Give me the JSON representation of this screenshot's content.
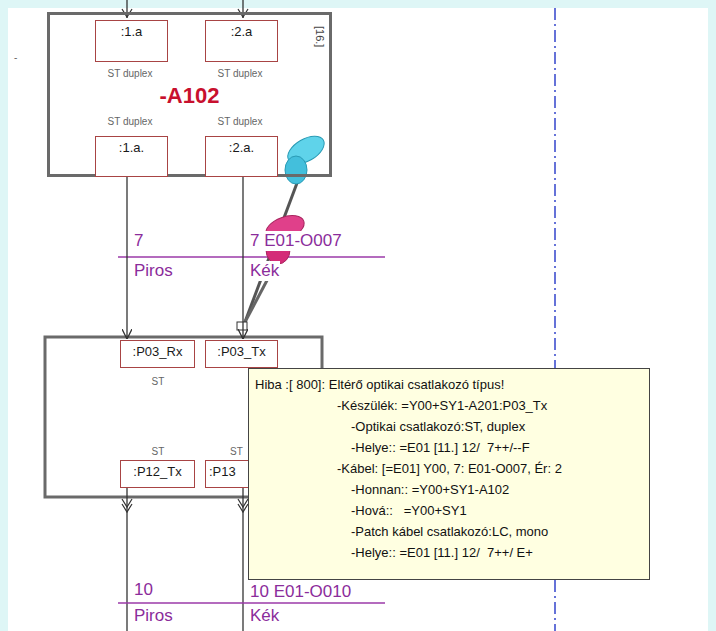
{
  "diagram": {
    "nodes": [
      {
        "text": [
          "-A102"
        ]
      },
      {
        "text": [
          ":1.a"
        ],
        "in": 0
      },
      {
        "text": [
          ":2.a"
        ],
        "in": 0
      },
      {
        "text": [
          ":1.a."
        ],
        "in": 0
      },
      {
        "text": [
          ":2.a."
        ],
        "in": 0
      },
      {
        "text": [
          ":P03_Rx"
        ]
      },
      {
        "text": [
          ":P03_Tx"
        ]
      },
      {
        "text": [
          ":P12_Tx"
        ]
      },
      {
        "text": [
          ":P13"
        ]
      },
      {
        "text": [
          "Hiba :[ 800]: Eltérő optikai csatlakozó típus!",
          "-Készülék: =Y00+SY1-A201:P03_Tx",
          "-Optikai csatlakozó:ST, duplex",
          "-Helye:: =E01 [11.] 12/  7++/--F",
          "-Kábel: [=E01] Y00, 7: E01-O007, Ér: 2",
          "-Honnan:: =Y00+SY1-A102",
          "-Hová::   =Y00+SY1",
          "-Patch kábel csatlakozó:LC, mono",
          "-Helye:: =E01 [11.] 12/  7++/ E+"
        ]
      }
    ],
    "edges": [
      {
        "from": 3,
        "to": 5,
        "arrow": "to"
      },
      {
        "from": 4,
        "to": 6,
        "arrow": "to"
      }
    ],
    "labels": [
      "-",
      "ST duplex",
      "ST duplex",
      "ST duplex",
      "ST duplex",
      "[16.]",
      "7",
      "Piros",
      "7 E01-O007",
      "Kék",
      "ST",
      "ST",
      "ST",
      "10",
      "Piros",
      "10 E01-O010",
      "Kék"
    ]
  }
}
